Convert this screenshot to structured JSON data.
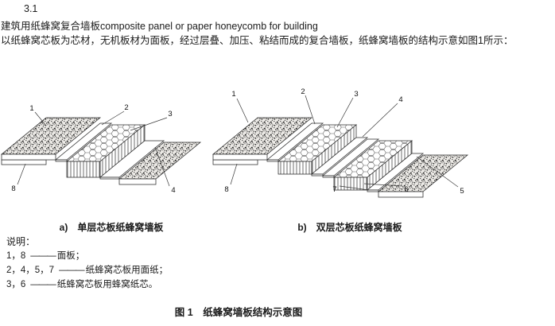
{
  "page": {
    "section_number": "3.1",
    "term_line": "建筑用纸蜂窝复合墙板composite panel or paper honeycomb for building",
    "definition": "以纸蜂窝芯板为芯材，无机板材为面板，经过层叠、加压、粘结而成的复合墙板，纸蜂窝墙板的结构示意如图1所示："
  },
  "figure": {
    "sub_a_caption": "a)　单层芯板纸蜂窝墙板",
    "sub_b_caption": "b)　双层芯板纸蜂窝墙板",
    "legend_title": "说明：",
    "legend_dash": "———",
    "legend": [
      {
        "keys": "1，8",
        "desc": "面板；"
      },
      {
        "keys": "2，4，5，7",
        "desc": "纸蜂窝芯板用面纸；"
      },
      {
        "keys": "3，6",
        "desc": "纸蜂窝芯板用蜂窝纸芯。"
      }
    ],
    "caption": "图 1　纸蜂窝墙板结构示意图",
    "callouts_a": [
      "1",
      "2",
      "3",
      "8",
      "4"
    ],
    "callouts_b": [
      "1",
      "2",
      "3",
      "4",
      "8",
      "7",
      "6",
      "5"
    ]
  }
}
